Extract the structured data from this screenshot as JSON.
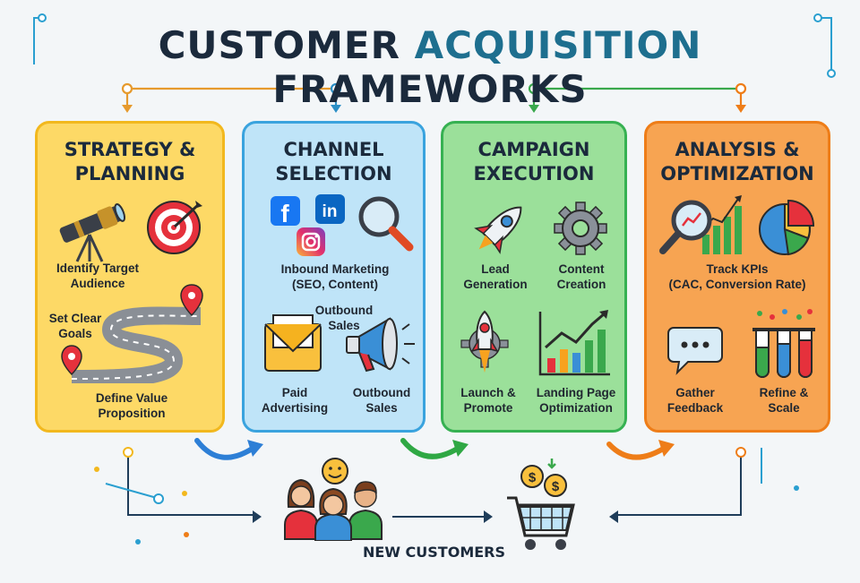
{
  "title": {
    "part1": "CUSTOMER",
    "part2": "ACQUISITION",
    "part3": "FRAMEWORKS"
  },
  "stages": [
    {
      "title_line1": "STRATEGY &",
      "title_line2": "PLANNING",
      "items": [
        "Identify Target",
        "Audience",
        "Set Clear",
        "Goals",
        "Define Value",
        "Proposition"
      ]
    },
    {
      "title_line1": "CHANNEL",
      "title_line2": "SELECTION",
      "items": [
        "Inbound Marketing",
        "(SEO, Content)",
        "Outbound",
        "Sales",
        "Paid",
        "Advertising",
        "Outbound",
        "Sales"
      ]
    },
    {
      "title_line1": "CAMPAIGN",
      "title_line2": "EXECUTION",
      "items": [
        "Lead",
        "Generation",
        "Content",
        "Creation",
        "Launch &",
        "Promote",
        "Landing Page",
        "Optimization"
      ]
    },
    {
      "title_line1": "ANALYSIS &",
      "title_line2": "OPTIMIZATION",
      "items": [
        "Track KPIs",
        "(CAC, Conversion Rate)",
        "Gather",
        "Feedback",
        "Refine &",
        "Scale"
      ]
    }
  ],
  "icons": {
    "facebook": "f",
    "linkedin": "in",
    "email": "@"
  },
  "outcome": {
    "label": "NEW CUSTOMERS"
  },
  "colors": {
    "strategy": "#fdd966",
    "channel": "#bfe4f8",
    "campaign": "#9be09a",
    "analysis": "#f7a452",
    "title_accent": "#1e6f8f"
  }
}
